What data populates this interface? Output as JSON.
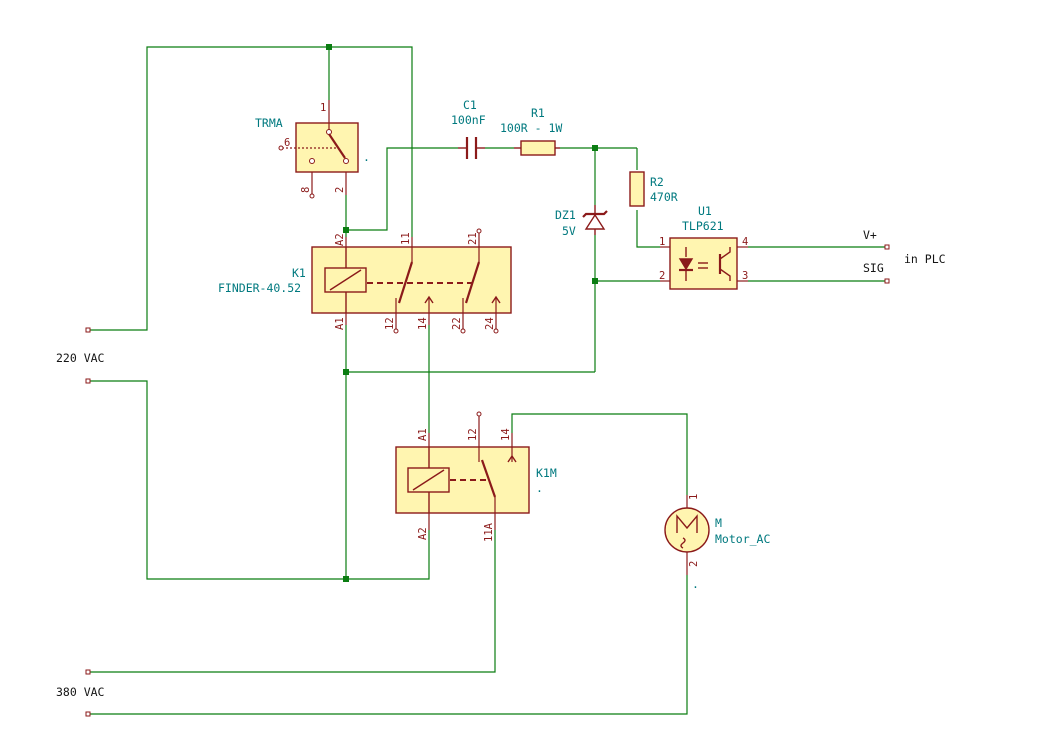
{
  "power": {
    "label_220": "220 VAC",
    "label_380": "380 VAC"
  },
  "trma": {
    "ref": "TRMA",
    "pins": [
      "1",
      "6",
      "8",
      "2"
    ]
  },
  "c1": {
    "ref": "C1",
    "value": "100nF"
  },
  "r1": {
    "ref": "R1",
    "value": "100R - 1W"
  },
  "r2": {
    "ref": "R2",
    "value": "470R"
  },
  "dz1": {
    "ref": "DZ1",
    "value": "5V"
  },
  "u1": {
    "ref": "U1",
    "value": "TLP621",
    "pins": [
      "1",
      "2",
      "3",
      "4"
    ]
  },
  "plc": {
    "vplus": "V+",
    "sig": "SIG",
    "label": "in PLC"
  },
  "k1": {
    "ref": "K1",
    "value": "FINDER-40.52",
    "pins": [
      "A2",
      "11",
      "21",
      "A1",
      "12",
      "14",
      "22",
      "24"
    ]
  },
  "k1m": {
    "ref": "K1M",
    "value": "~",
    "pins": [
      "A1",
      "12",
      "14",
      "A2",
      "11A"
    ]
  },
  "motor": {
    "ref": "M",
    "value": "Motor_AC",
    "pins": [
      "1",
      "2"
    ]
  }
}
